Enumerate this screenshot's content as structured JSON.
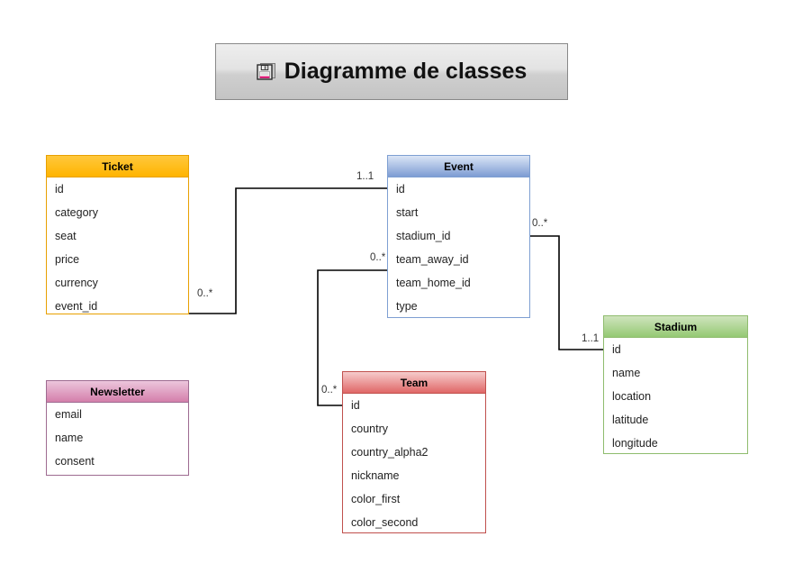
{
  "title": {
    "text": "Diagramme de classes",
    "icon": "floppy-disk-save-icon"
  },
  "classes": [
    {
      "id": "ticket",
      "name": "Ticket",
      "color": "#ffb400",
      "attributes": [
        "id",
        "category",
        "seat",
        "price",
        "currency",
        "event_id"
      ]
    },
    {
      "id": "event",
      "name": "Event",
      "color": "#7d9cd3",
      "attributes": [
        "id",
        "start",
        "stadium_id",
        "team_away_id",
        "team_home_id",
        "type"
      ]
    },
    {
      "id": "stadium",
      "name": "Stadium",
      "color": "#94c973",
      "attributes": [
        "id",
        "name",
        "location",
        "latitude",
        "longitude"
      ]
    },
    {
      "id": "team",
      "name": "Team",
      "color": "#e06767",
      "attributes": [
        "id",
        "country",
        "country_alpha2",
        "nickname",
        "color_first",
        "color_second"
      ]
    },
    {
      "id": "newsletter",
      "name": "Newsletter",
      "color": "#d47fab",
      "attributes": [
        "email",
        "name",
        "consent"
      ]
    }
  ],
  "relations": [
    {
      "id": "ticket-event",
      "from": "Ticket",
      "to": "Event",
      "source_multiplicity": "0..*",
      "target_multiplicity": "1..1"
    },
    {
      "id": "event-stadium",
      "from": "Event",
      "to": "Stadium",
      "source_multiplicity": "0..*",
      "target_multiplicity": "1..1"
    },
    {
      "id": "event-team",
      "from": "Event",
      "to": "Team",
      "source_multiplicity": "0..*",
      "target_multiplicity": "0..*"
    }
  ]
}
